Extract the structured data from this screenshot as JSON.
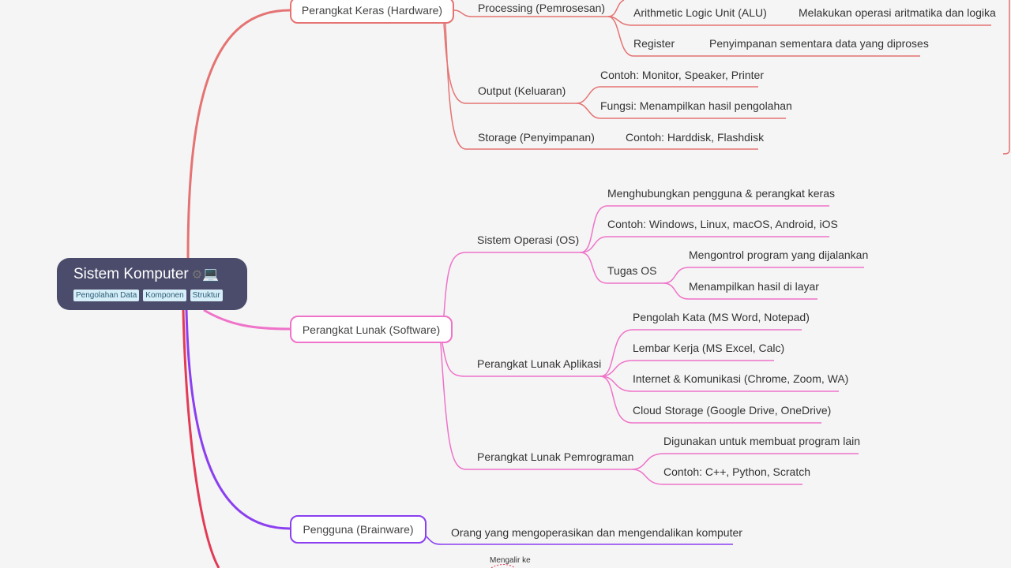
{
  "root": {
    "title": "Sistem Komputer",
    "icons": [
      "gear-icon",
      "laptop-icon"
    ],
    "tags": [
      "Pengolahan Data",
      "Komponen",
      "Struktur"
    ]
  },
  "colors": {
    "hardware": "#e57373",
    "software": "#ef73c9",
    "brainware": "#8b3ff0",
    "extra": "#e23b55",
    "root": "#4b4c6b"
  },
  "hardware": {
    "label": "Perangkat Keras (Hardware)",
    "processing": "Processing (Pemrosesan)",
    "alu": "Arithmetic Logic Unit (ALU)",
    "alu_desc": "Melakukan operasi aritmatika dan logika",
    "register": "Register",
    "register_desc": "Penyimpanan sementara data yang diproses",
    "output": "Output (Keluaran)",
    "output_items": [
      "Contoh: Monitor, Speaker, Printer",
      "Fungsi: Menampilkan hasil pengolahan"
    ],
    "storage": "Storage (Penyimpanan)",
    "storage_desc": "Contoh: Harddisk, Flashdisk"
  },
  "software": {
    "label": "Perangkat Lunak (Software)",
    "os": "Sistem Operasi (OS)",
    "os_items": [
      "Menghubungkan pengguna & perangkat keras",
      "Contoh: Windows, Linux, macOS, Android, iOS"
    ],
    "os_tasks": "Tugas OS",
    "os_task_items": [
      "Mengontrol program yang dijalankan",
      "Menampilkan hasil di layar"
    ],
    "apps": "Perangkat Lunak Aplikasi",
    "app_items": [
      "Pengolah Kata (MS Word, Notepad)",
      "Lembar Kerja (MS Excel, Calc)",
      "Internet & Komunikasi (Chrome, Zoom, WA)",
      "Cloud Storage (Google Drive, OneDrive)"
    ],
    "programming": "Perangkat Lunak Pemrograman",
    "programming_items": [
      "Digunakan untuk membuat program lain",
      "Contoh: C++, Python, Scratch"
    ]
  },
  "brainware": {
    "label": "Pengguna (Brainware)",
    "desc": "Orang yang mengoperasikan dan mengendalikan komputer"
  },
  "relation_label": "Mengalir ke"
}
